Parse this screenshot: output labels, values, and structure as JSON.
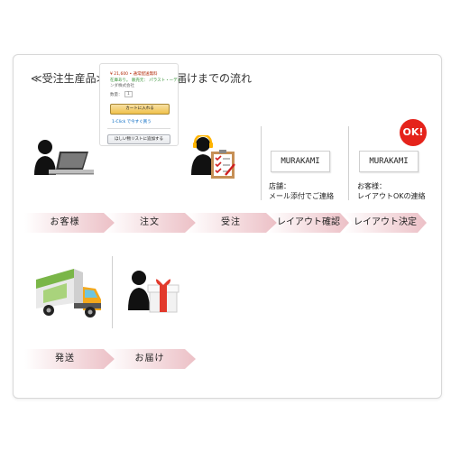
{
  "title": "≪受注生産品≫ ご注文からお届けまでの流れ",
  "steps_row1": [
    "お客様",
    "注文",
    "受注",
    "レイアウト確認",
    "レイアウト決定"
  ],
  "steps_row2": [
    "発送",
    "お届け"
  ],
  "product_box": {
    "price_line": "¥ 21,600 • 通常配送無料",
    "stock_line": "在庫あり。 販売元： パラスト・ーディ",
    "seller_line": "ンダ株式会社",
    "qty_label": "数量：",
    "qty_value": "1",
    "cart_button": "カートに入れる",
    "oneclick_line": "1-Click で今すぐ買う",
    "wishlist_button": "ほしい物リストに追加する"
  },
  "preview_name_1": "MURAKAMI",
  "preview_name_2": "MURAKAMI",
  "note_shop_1": "店舗：",
  "note_shop_2": "メール添付でご連絡",
  "note_customer_1": "お客様：",
  "note_customer_2": "レイアウトOKの連絡",
  "ok_badge": "OK!",
  "colors": {
    "arrow_start": "#ffffff",
    "arrow_end": "#ecc0c6",
    "ok_red": "#e5231b",
    "truck_green": "#7ab648"
  }
}
